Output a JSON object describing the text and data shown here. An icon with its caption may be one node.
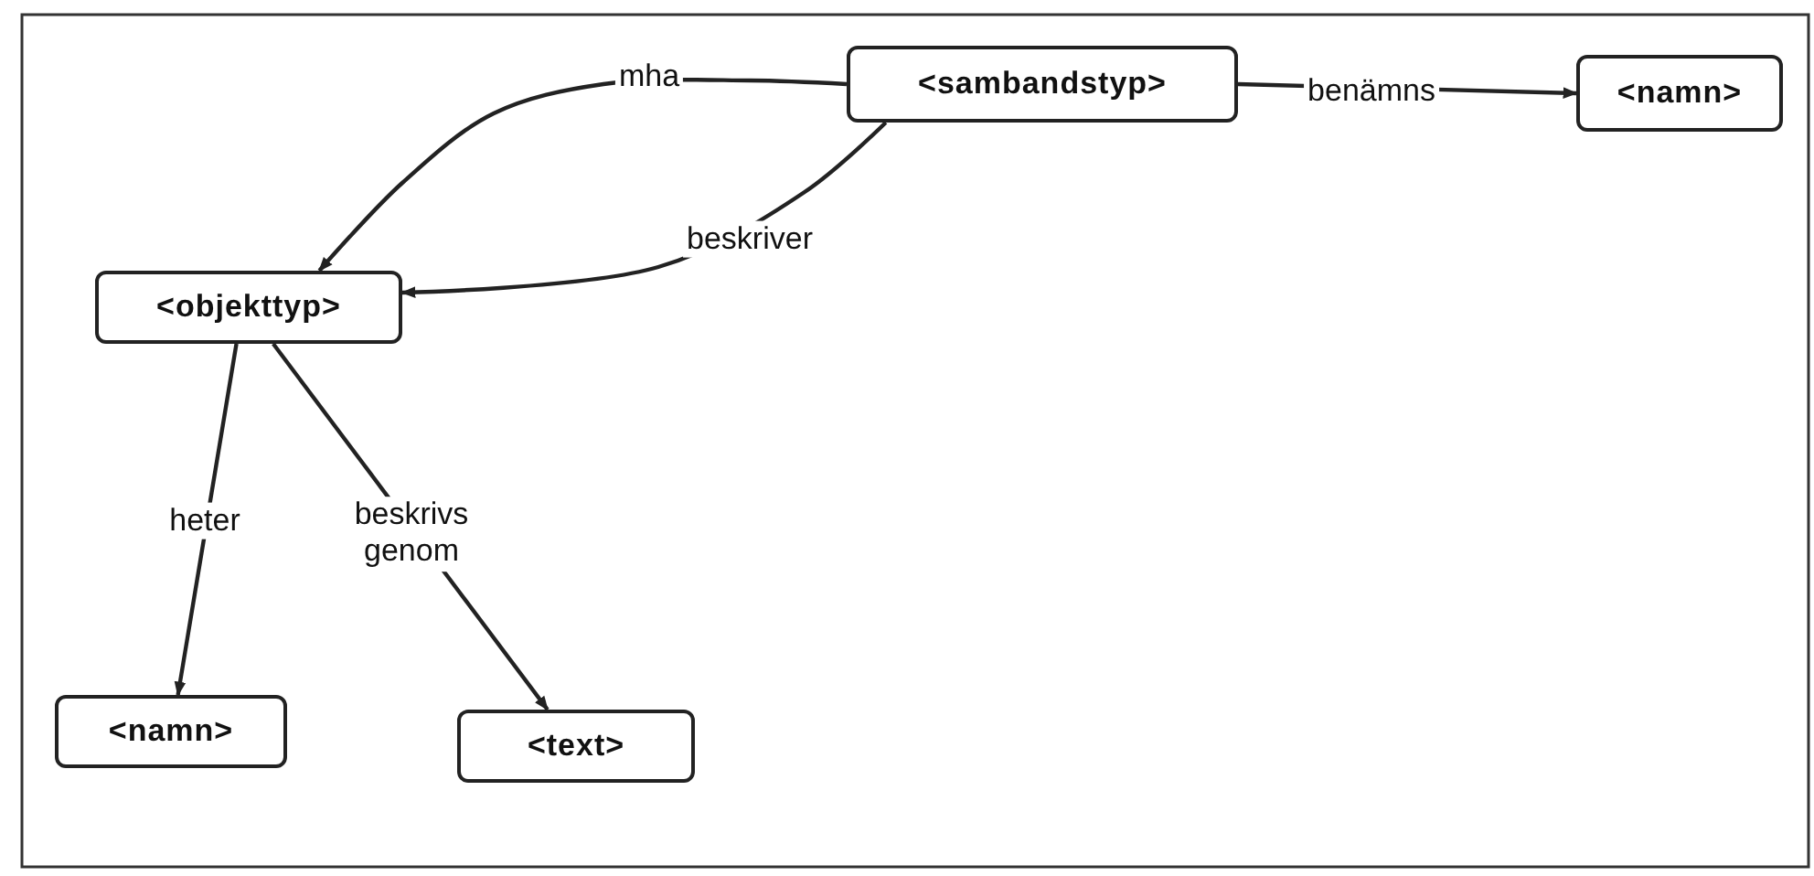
{
  "diagram": {
    "nodes": [
      {
        "text": [
          "<sambandstyp>"
        ]
      },
      {
        "text": [
          "<namn>"
        ]
      },
      {
        "text": [
          "<objekttyp>"
        ]
      },
      {
        "text": [
          "<namn>"
        ]
      },
      {
        "text": [
          "<text>"
        ]
      }
    ],
    "edges": [
      {
        "from": 0,
        "to": 2,
        "arrow": "to",
        "label": "mha"
      },
      {
        "from": 0,
        "to": 2,
        "arrow": "to",
        "label": "beskriver"
      },
      {
        "from": 0,
        "to": 1,
        "arrow": "to",
        "label": "benämns"
      },
      {
        "from": 2,
        "to": 3,
        "arrow": "to",
        "label": "heter"
      },
      {
        "from": 2,
        "to": 4,
        "arrow": "to",
        "label": "beskrivs genom"
      }
    ]
  }
}
